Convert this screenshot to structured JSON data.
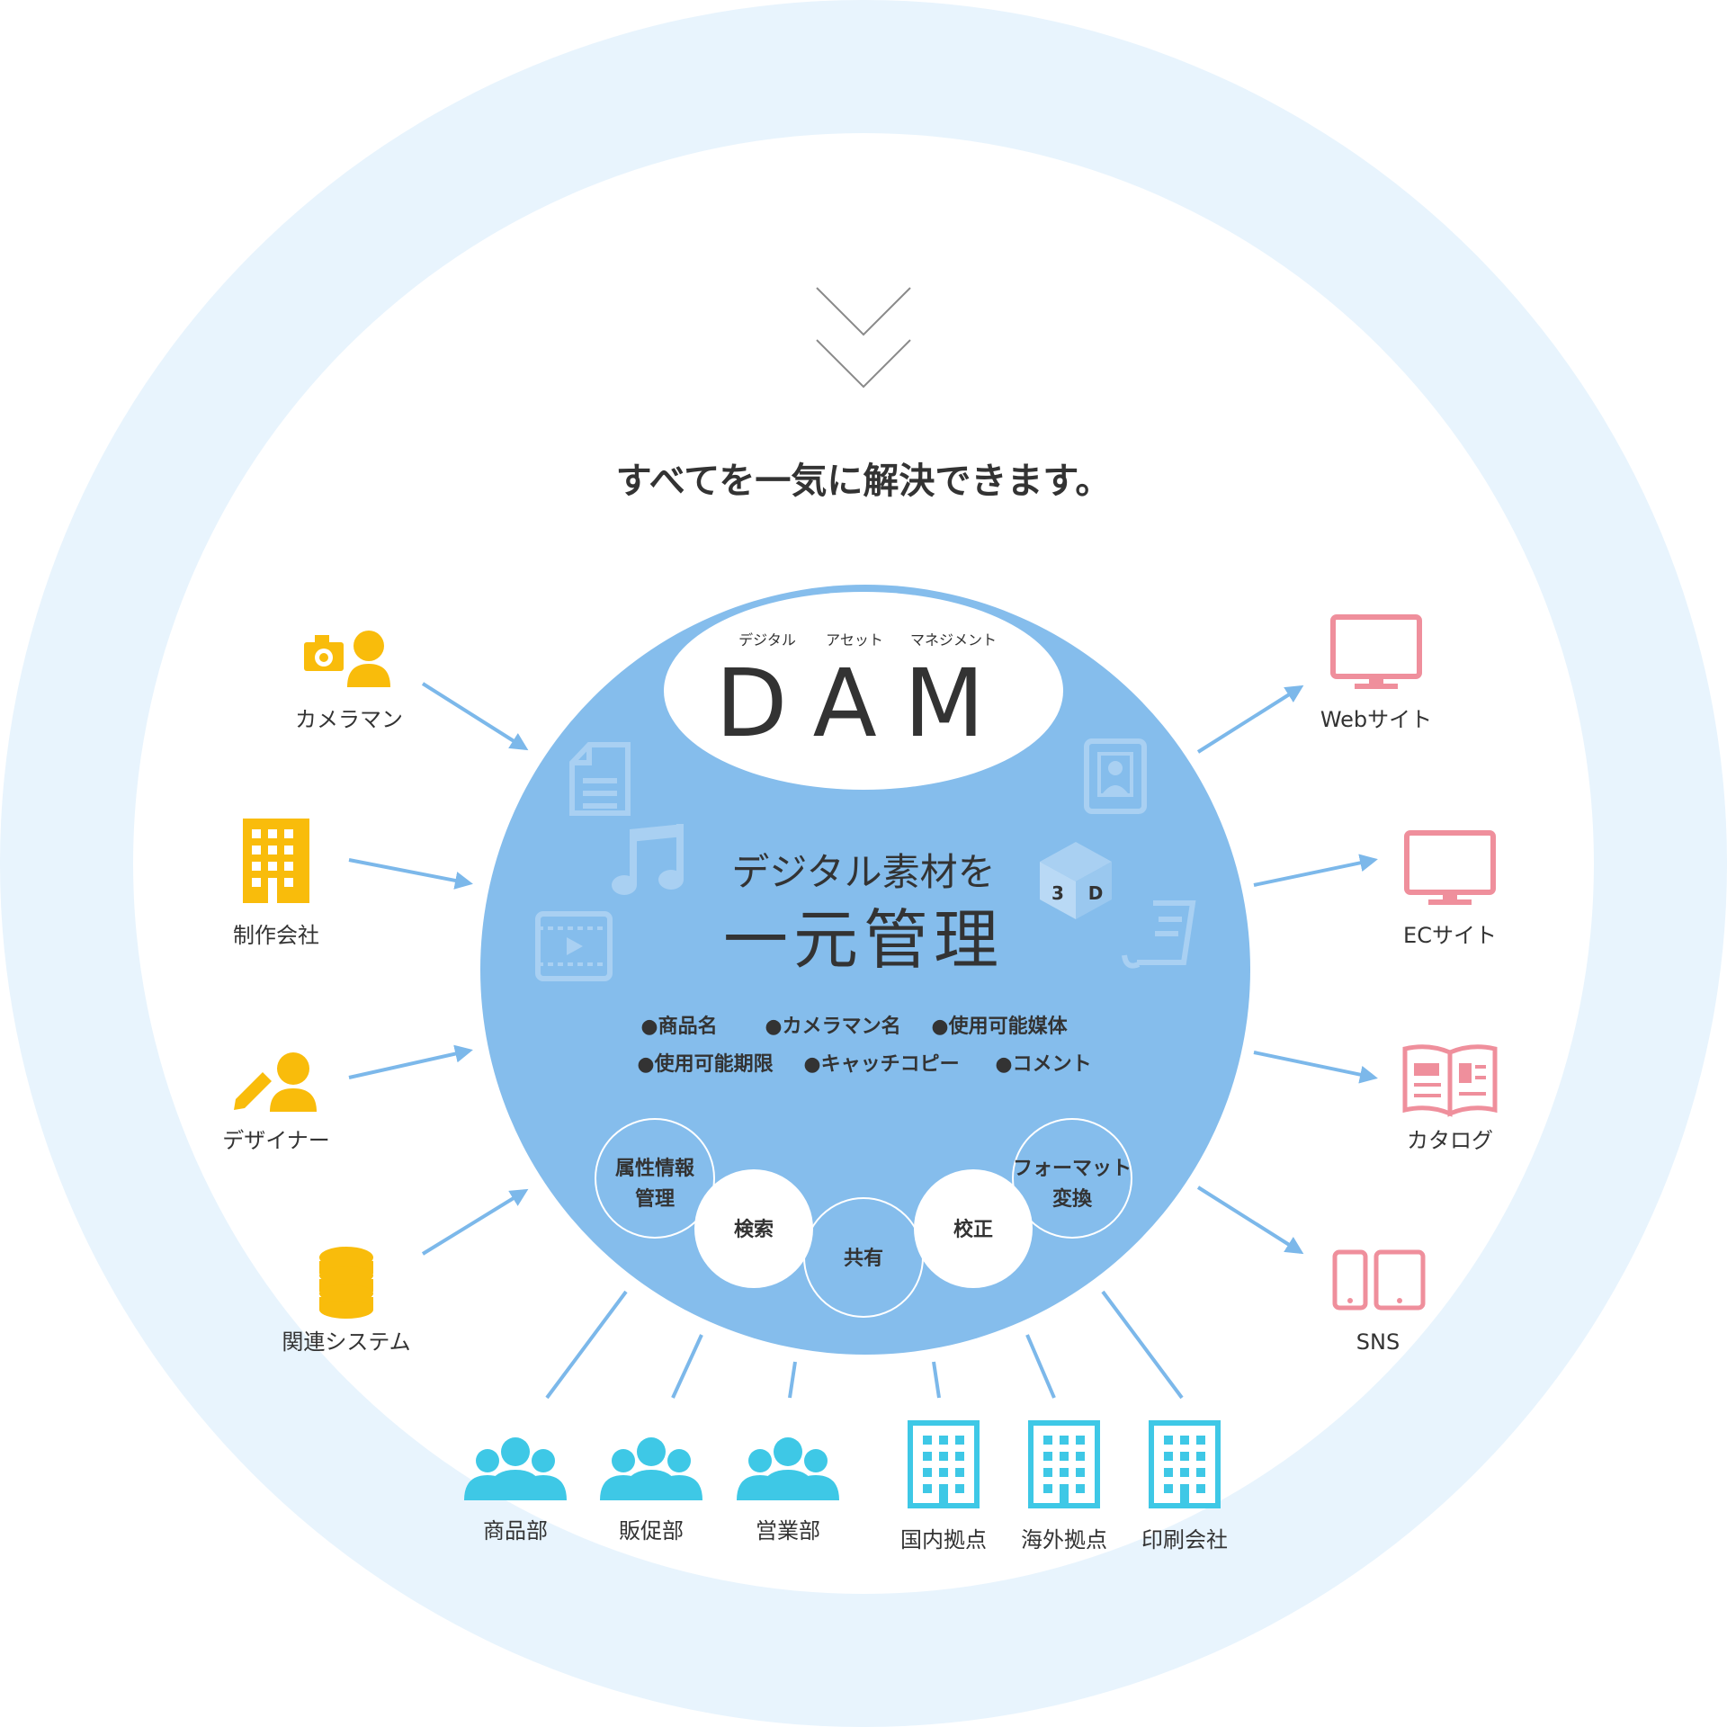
{
  "headline": "すべてを一気に解決できます。",
  "dam": {
    "ruby": [
      "デジタル",
      "アセット",
      "マネジメント"
    ],
    "title": "DAM",
    "tagline": "デジタル素材を",
    "main": "一元管理",
    "attributes_row1": [
      "●商品名",
      "●カメラマン名",
      "●使用可能媒体"
    ],
    "attributes_row2": [
      "●使用可能期限",
      "●キャッチコピー",
      "●コメント"
    ],
    "features": {
      "attribute_management": [
        "属性情報",
        "管理"
      ],
      "search": "検索",
      "share": "共有",
      "proofread": "校正",
      "format_conversion": [
        "フォーマット",
        "変換"
      ]
    }
  },
  "inputs": [
    {
      "label": "カメラマン",
      "icon": "camera-person-icon"
    },
    {
      "label": "制作会社",
      "icon": "building-icon"
    },
    {
      "label": "デザイナー",
      "icon": "pencil-person-icon"
    },
    {
      "label": "関連システム",
      "icon": "database-icon"
    }
  ],
  "outputs": [
    {
      "label": "Webサイト",
      "icon": "monitor-icon"
    },
    {
      "label": "ECサイト",
      "icon": "monitor-icon"
    },
    {
      "label": "カタログ",
      "icon": "open-book-icon"
    },
    {
      "label": "SNS",
      "icon": "phone-tablet-icon"
    }
  ],
  "users": [
    {
      "label": "商品部",
      "icon": "group-icon"
    },
    {
      "label": "販促部",
      "icon": "group-icon"
    },
    {
      "label": "営業部",
      "icon": "group-icon"
    },
    {
      "label": "国内拠点",
      "icon": "building-icon"
    },
    {
      "label": "海外拠点",
      "icon": "building-icon"
    },
    {
      "label": "印刷会社",
      "icon": "building-icon"
    }
  ],
  "colors": {
    "outer_ring": "#e8f4fd",
    "center_circle": "#85bdec",
    "input_icons": "#f9bc0b",
    "output_icons": "#ef8f9c",
    "user_icons": "#3ec8e6",
    "arrows": "#7cb8ea",
    "headline": "#222222"
  }
}
